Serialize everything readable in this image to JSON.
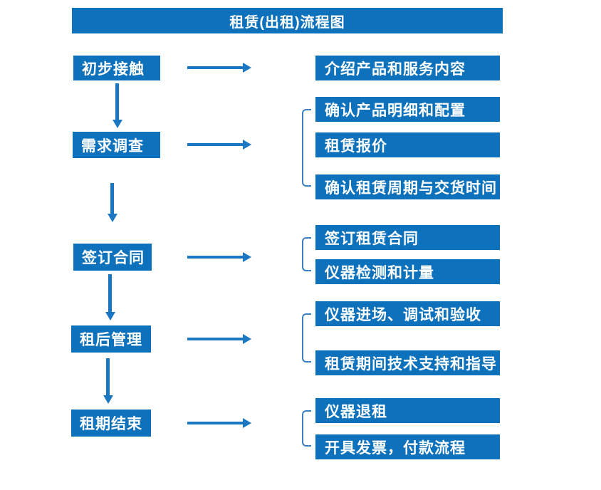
{
  "title": "租赁(出租)流程图",
  "colors": {
    "box": "#0d71bb",
    "arrow": "#1b77c2",
    "bracket": "#3c7fc0",
    "text-on-box": "#ffffff",
    "bg": "#ffffff"
  },
  "steps": [
    {
      "label": "初步接触",
      "outputs": [
        "介绍产品和服务内容"
      ]
    },
    {
      "label": "需求调查",
      "outputs": [
        "确认产品明细和配置",
        "租赁报价",
        "确认租赁周期与交货时间"
      ]
    },
    {
      "label": "签订合同",
      "outputs": [
        "签订租赁合同",
        "仪器检测和计量"
      ]
    },
    {
      "label": "租后管理",
      "outputs": [
        "仪器进场、调试和验收",
        "租赁期间技术支持和指导"
      ]
    },
    {
      "label": "租期结束",
      "outputs": [
        "仪器退租",
        "开具发票，付款流程"
      ]
    }
  ]
}
